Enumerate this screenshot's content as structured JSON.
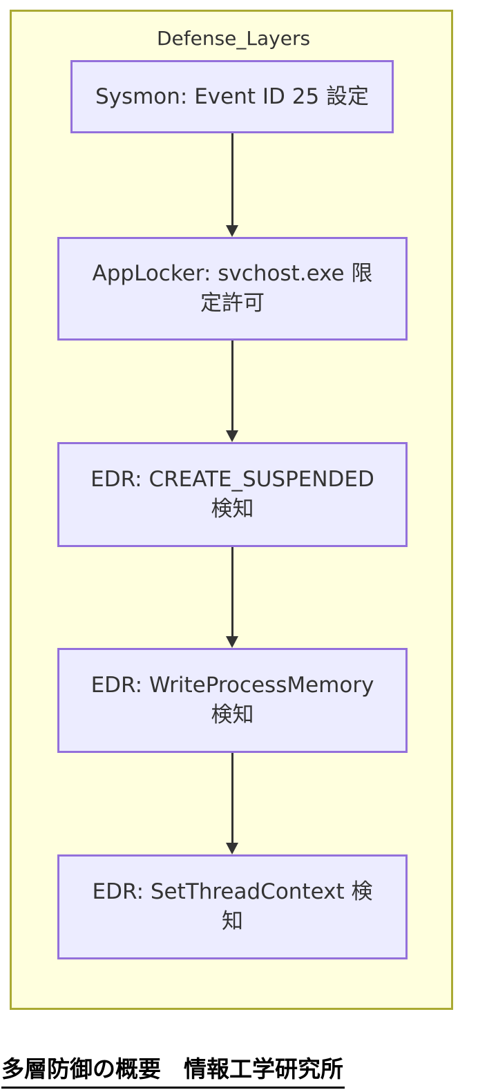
{
  "diagram": {
    "type": "flowchart",
    "direction": "top-down",
    "cluster_title": "Defense_Layers",
    "nodes": [
      {
        "id": "L1",
        "label": "Sysmon: Event ID 25 設定",
        "lines": [
          "Sysmon: Event ID 25 設定"
        ]
      },
      {
        "id": "L2",
        "label": "AppLocker: svchost.exe 限定許可",
        "lines": [
          "AppLocker: svchost.exe 限",
          "定許可"
        ]
      },
      {
        "id": "L3",
        "label": "EDR: CREATE_SUSPENDED 検知",
        "lines": [
          "EDR: CREATE_SUSPENDED",
          "検知"
        ]
      },
      {
        "id": "L4",
        "label": "EDR: WriteProcessMemory 検知",
        "lines": [
          "EDR: WriteProcessMemory",
          "検知"
        ]
      },
      {
        "id": "L5",
        "label": "EDR: SetThreadContext 検知",
        "lines": [
          "EDR: SetThreadContext 検",
          "知"
        ]
      }
    ],
    "edges": [
      {
        "from": "L1",
        "to": "L2"
      },
      {
        "from": "L2",
        "to": "L3"
      },
      {
        "from": "L3",
        "to": "L4"
      },
      {
        "from": "L4",
        "to": "L5"
      }
    ],
    "colors": {
      "cluster_fill": "#ffffde",
      "cluster_border": "#aaaa33",
      "node_fill": "#ececff",
      "node_border": "#9370db",
      "text": "#333333",
      "arrow": "#333333",
      "caption_text": "#000000"
    }
  },
  "caption": {
    "text": "多層防御の概要　情報工学研究所"
  }
}
